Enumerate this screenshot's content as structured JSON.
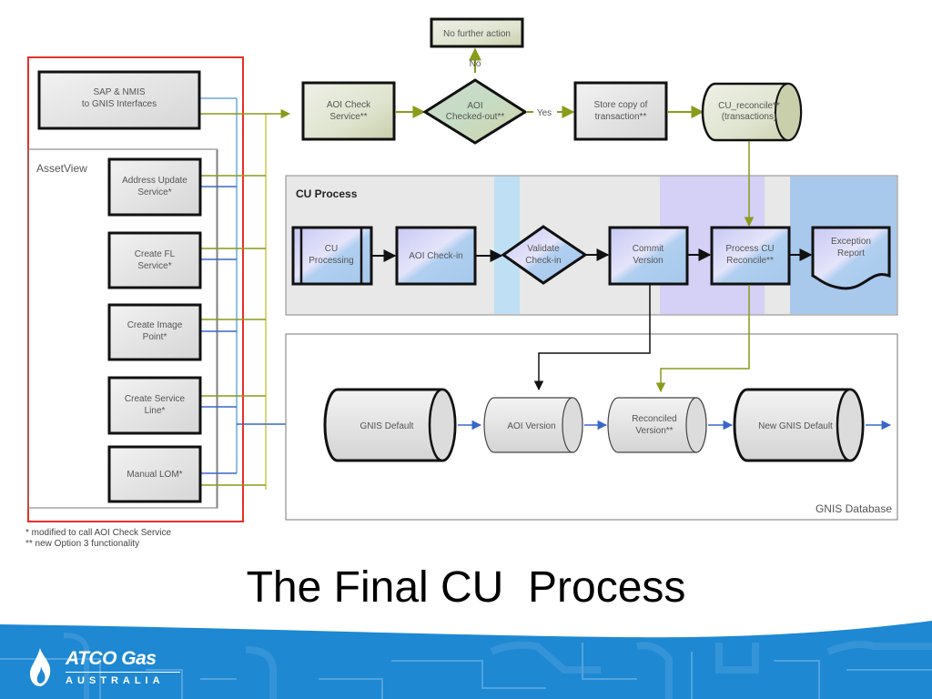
{
  "slide": {
    "title": "The Final CU  Process",
    "footnotes": [
      "* modified to call AOI Check Service",
      "** new Option 3 functionality"
    ]
  },
  "brand": {
    "name": "ATCO Gas",
    "subtitle": "AUSTRALIA"
  },
  "colors": {
    "red_frame": "#e8302a",
    "olive_line": "#8a9a1a",
    "blue_line": "#3a66c8",
    "light_blue_line": "#6aaad8",
    "footer_blue": "#1e88d2"
  },
  "diagram": {
    "groups": {
      "asset_view": "AssetView",
      "cu_process": "CU Process",
      "gnis_database": "GNIS Database"
    },
    "sources": {
      "sap_nmis": [
        "SAP & NMIS",
        "to GNIS Interfaces"
      ],
      "address_update": [
        "Address Update",
        "Service*"
      ],
      "create_fl": [
        "Create FL",
        "Service*"
      ],
      "create_image_point": [
        "Create Image",
        "Point*"
      ],
      "create_service_line": [
        "Create Service",
        "Line*"
      ],
      "manual_lom": [
        "Manual LOM*"
      ]
    },
    "top_flow": {
      "aoi_check_service": [
        "AOI Check",
        "Service**"
      ],
      "aoi_checked_out": [
        "AOI",
        "Checked-out**"
      ],
      "no_further_action": "No further action",
      "no_label": "No",
      "yes_label": "Yes",
      "store_copy": [
        "Store copy of",
        "transaction**"
      ],
      "cu_reconcile": [
        "CU_reconcile**",
        "(transactions)"
      ]
    },
    "cu_process": {
      "cu_processing": [
        "CU",
        "Processing"
      ],
      "aoi_check_in": "AOI Check-in",
      "validate_check_in": [
        "Validate",
        "Check-in"
      ],
      "commit_version": [
        "Commit",
        "Version"
      ],
      "process_cu_reconcile": [
        "Process CU",
        "Reconcile**"
      ],
      "exception_report": [
        "Exception",
        "Report"
      ]
    },
    "gnis": {
      "gnis_default": "GNIS Default",
      "aoi_version": "AOI Version",
      "reconciled_version": [
        "Reconciled",
        "Version**"
      ],
      "new_gnis_default": "New GNIS Default"
    }
  }
}
